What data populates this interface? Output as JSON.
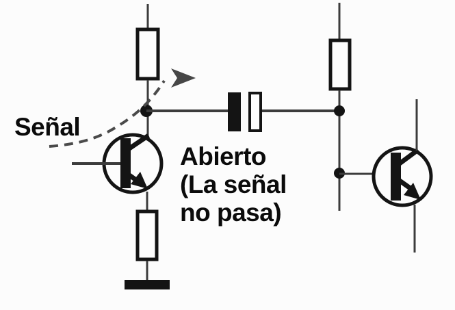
{
  "diagram": {
    "kind": "two-stage transistor amplifier schematic with open coupling capacitor",
    "labels": {
      "signal": "Señal",
      "note_line1": "Abierto",
      "note_line2": "(La señal",
      "note_line3": "no pasa)"
    },
    "colors": {
      "background": "#fcfcfc",
      "component_ink": "#141414",
      "wire": "#3c3c3c",
      "annotation_gray": "#4a4a4a",
      "text": "#0b0b0b"
    },
    "components": [
      "resistor-collector-left",
      "resistor-emitter-left",
      "resistor-collector-right",
      "npn-transistor-q1",
      "npn-transistor-q2",
      "coupling-capacitor-open",
      "ground-symbol",
      "junction-dots",
      "signal-flow-dashed-arrow"
    ]
  }
}
